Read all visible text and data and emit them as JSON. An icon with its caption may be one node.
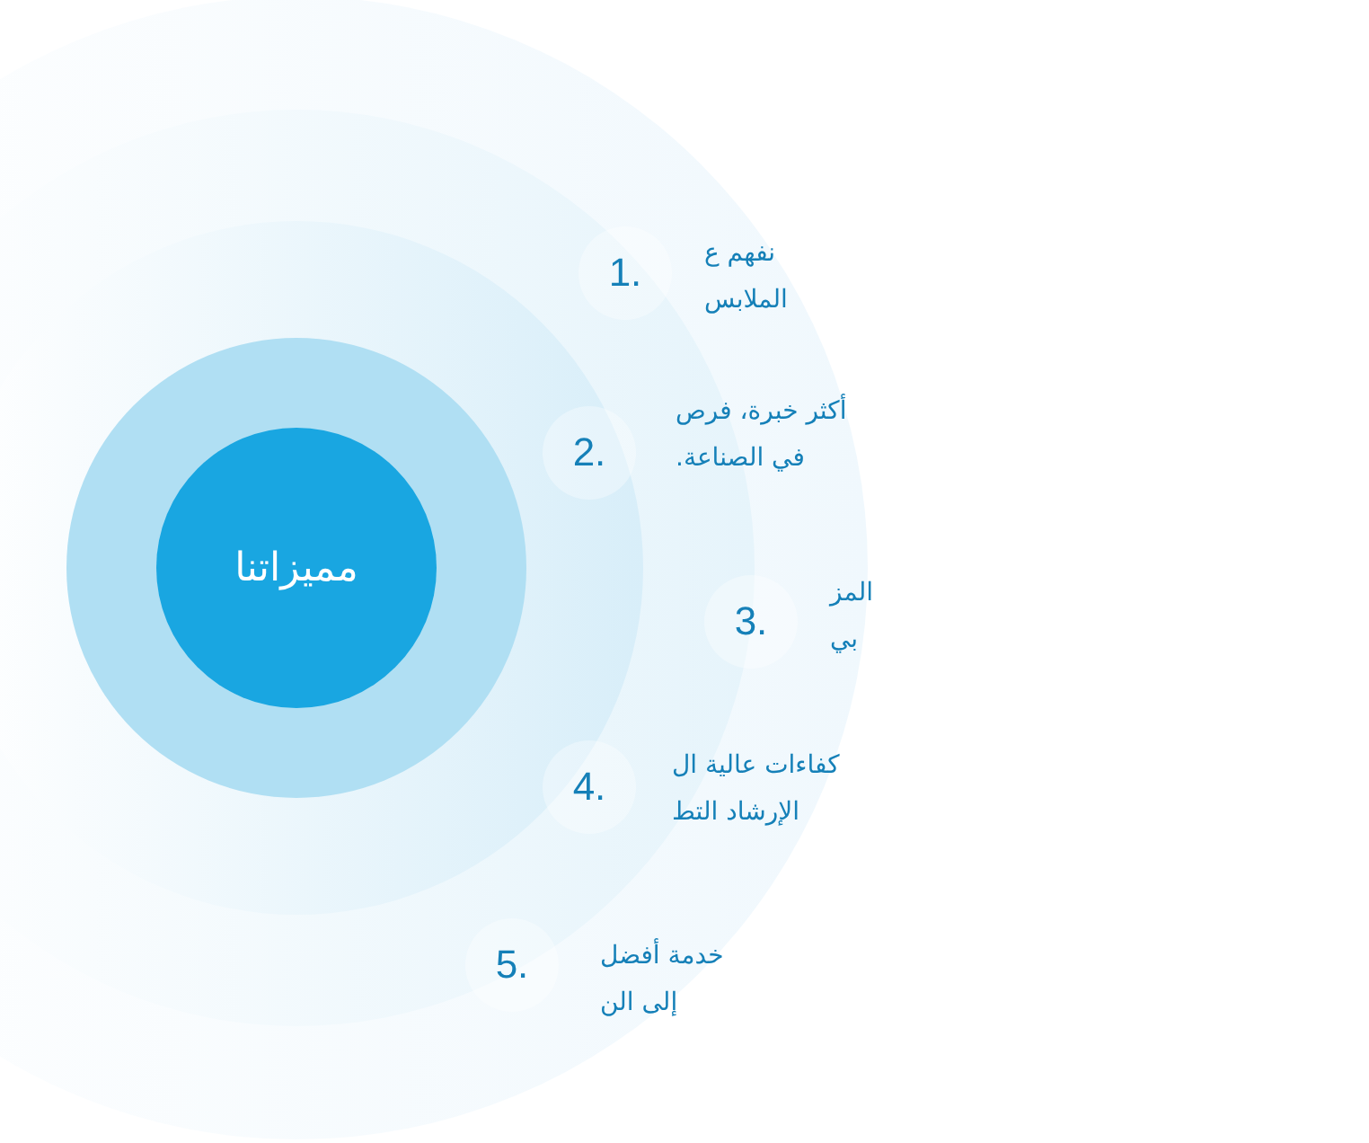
{
  "diagram": {
    "nodes": [
      {
        "text": [
          "مميزاتنا"
        ]
      },
      {
        "text": [
          "1."
        ],
        "beside": [
          "نفهم ع",
          "الملابس"
        ]
      },
      {
        "text": [
          "2."
        ],
        "beside": [
          "أكثر خبرة، فرص",
          "في الصناعة."
        ]
      },
      {
        "text": [
          "3."
        ],
        "beside": [
          "المز",
          "بي"
        ]
      },
      {
        "text": [
          "4."
        ],
        "beside": [
          "كفاءات عالية ال",
          "الإرشاد التط"
        ]
      },
      {
        "text": [
          "5."
        ],
        "beside": [
          "خدمة أفضل",
          "إلى الن"
        ]
      }
    ]
  }
}
